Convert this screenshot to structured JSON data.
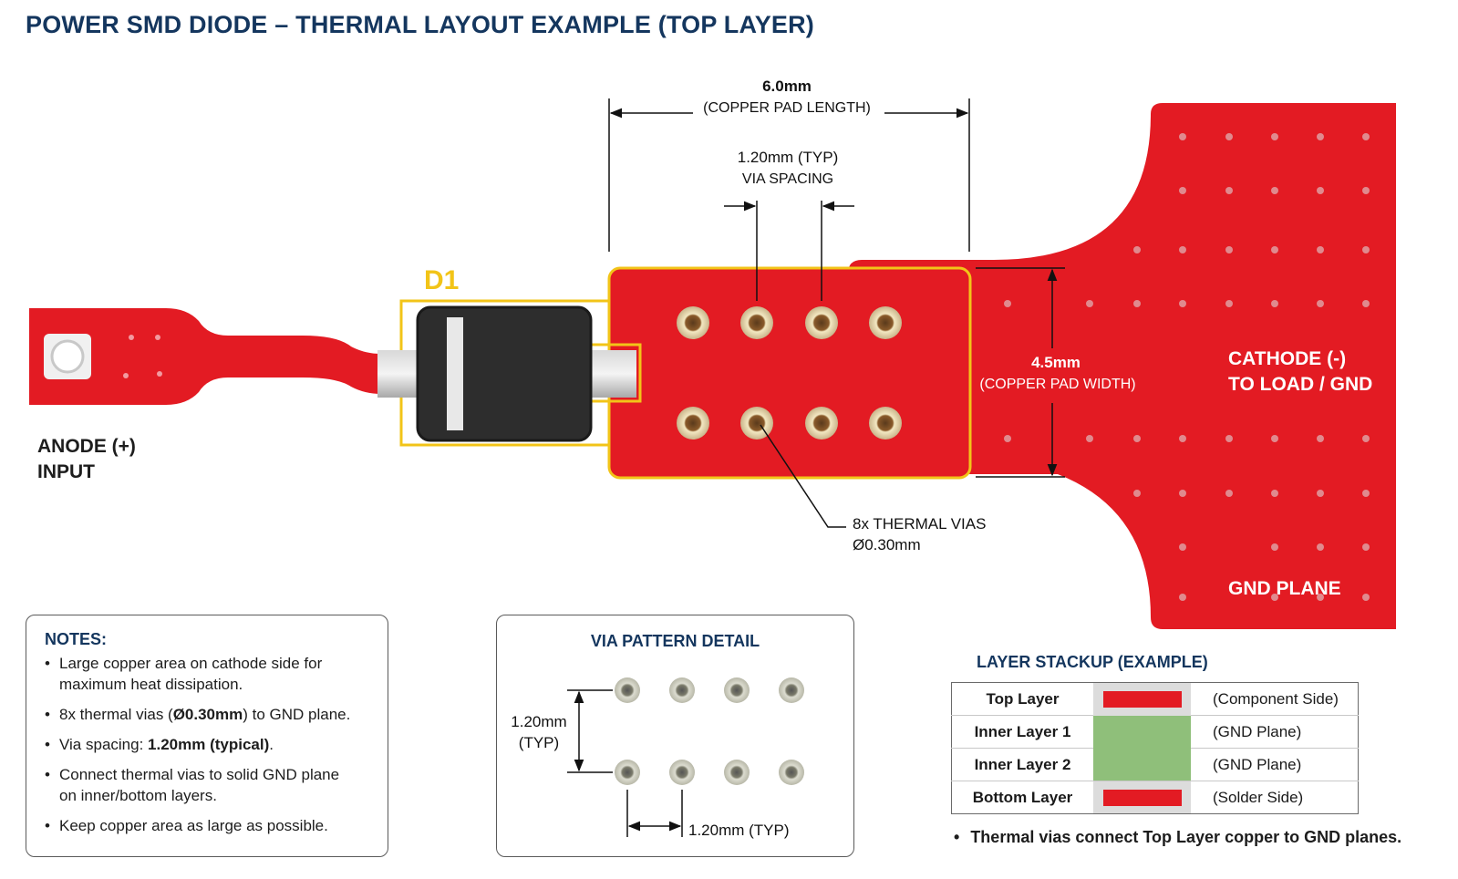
{
  "title": "POWER SMD DIODE – THERMAL LAYOUT EXAMPLE (TOP LAYER)",
  "labels": {
    "designator": "D1",
    "anode_line1": "ANODE (+)",
    "anode_line2": "INPUT",
    "cathode_line1": "CATHODE (-)",
    "cathode_line2": "TO LOAD / GND",
    "gnd_plane": "GND PLANE",
    "pad_length_value": "6.0mm",
    "pad_length_label": "(COPPER PAD LENGTH)",
    "via_spacing_value": "1.20mm (TYP)",
    "via_spacing_label": "VIA SPACING",
    "pad_width_value": "4.5mm",
    "pad_width_label": "(COPPER PAD WIDTH)",
    "thermal_vias_line1": "8x THERMAL VIAS",
    "thermal_vias_line2": "Ø0.30mm"
  },
  "notes": {
    "title": "NOTES:",
    "items": [
      [
        "Large copper area on cathode side for",
        "maximum heat dissipation."
      ],
      [
        "8x thermal vias (",
        "Ø0.30mm",
        ") to GND plane."
      ],
      [
        "Via spacing: ",
        "1.20mm (typical)",
        "."
      ],
      [
        "Connect thermal vias to solid GND plane",
        "on inner/bottom layers."
      ],
      [
        "Keep copper area as large as possible."
      ]
    ]
  },
  "via_detail": {
    "title": "VIA PATTERN DETAIL",
    "vertical_value": "1.20mm",
    "vertical_typ": "(TYP)",
    "horizontal_label": "1.20mm (TYP)"
  },
  "stackup": {
    "title": "LAYER STACKUP (EXAMPLE)",
    "layers": [
      {
        "name": "Top Layer",
        "desc": "(Component Side)"
      },
      {
        "name": "Inner Layer 1",
        "desc": "(GND Plane)"
      },
      {
        "name": "Inner Layer 2",
        "desc": "(GND Plane)"
      },
      {
        "name": "Bottom Layer",
        "desc": "(Solder Side)"
      }
    ],
    "note": "Thermal vias connect Top Layer copper to GND planes."
  },
  "colors": {
    "copper": "#e31b23",
    "outline": "#f2c418",
    "title": "#14365e",
    "body": "#2f2f2f",
    "gnd_layer": "#8fbf7a"
  }
}
